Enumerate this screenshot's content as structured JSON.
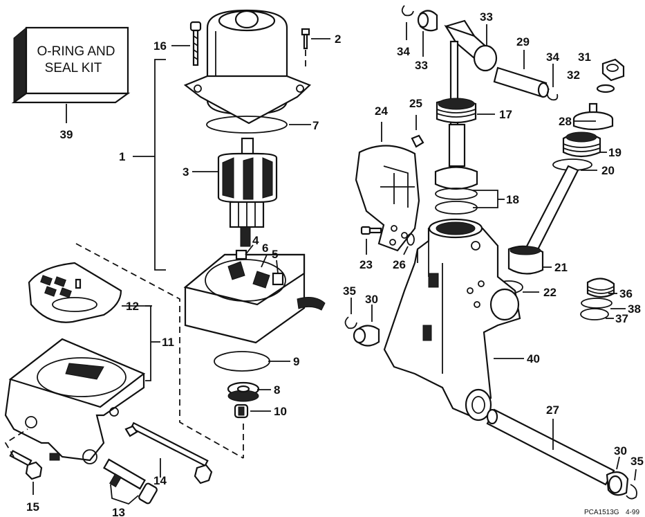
{
  "kit_box": {
    "line1": "O-RING AND",
    "line2": "SEAL KIT",
    "number": "39"
  },
  "callouts": {
    "c1": "1",
    "c2": "2",
    "c3": "3",
    "c4": "4",
    "c5": "5",
    "c6": "6",
    "c7": "7",
    "c8": "8",
    "c9": "9",
    "c10": "10",
    "c11": "11",
    "c12": "12",
    "c13": "13",
    "c14": "14",
    "c15": "15",
    "c16": "16",
    "c17": "17",
    "c18": "18",
    "c19": "19",
    "c20": "20",
    "c21": "21",
    "c22": "22",
    "c23": "23",
    "c24": "24",
    "c25": "25",
    "c26": "26",
    "c27": "27",
    "c28": "28",
    "c29": "29",
    "c30": "30",
    "c31": "31",
    "c32": "32",
    "c33": "33",
    "c34": "34",
    "c35": "35",
    "c36": "36",
    "c37": "37",
    "c38": "38",
    "c40": "40"
  },
  "drawing_code": "PCA1513G",
  "drawing_date": "4-99"
}
